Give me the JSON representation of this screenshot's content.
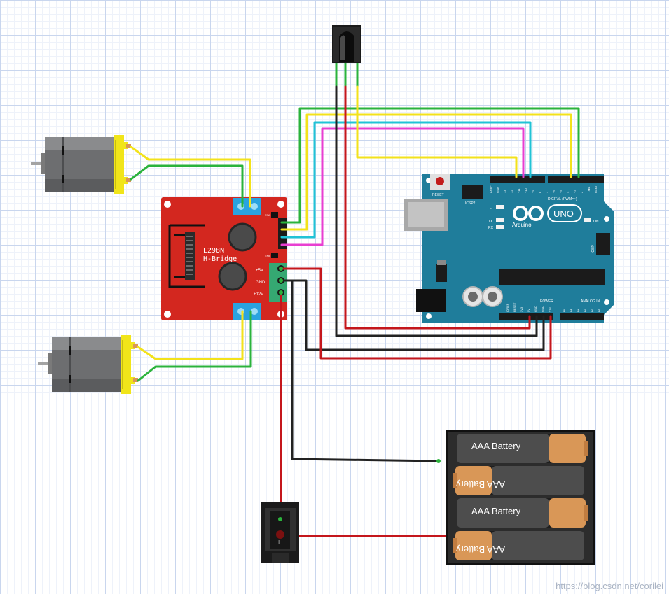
{
  "colors": {
    "board_red": "#d3271f",
    "arduino_blue": "#1f7d9b",
    "wire_red": "#c4161c",
    "wire_black": "#222222",
    "wire_yellow": "#f3e21b",
    "wire_green": "#2bb33c",
    "wire_cyan": "#21c3d6",
    "wire_magenta": "#e83fd1",
    "battery_copper": "#d99757",
    "motor_yellow": "#f1e51a"
  },
  "l298n": {
    "chip": "L298N",
    "name": "H-Bridge",
    "pin_5v": "+5V",
    "pin_gnd": "GND",
    "pin_12v": "+12V",
    "en_a": "ENA",
    "en_b": "ENB"
  },
  "arduino": {
    "reset": "RESET",
    "icsp2": "ICSP2",
    "icsp": "ICSP",
    "digital": "DIGITAL (PWM=~)",
    "brand": "Arduino",
    "model": "UNO",
    "led_l": "L",
    "led_tx": "TX",
    "led_rx": "RX",
    "on": "ON",
    "power": "POWER",
    "analog": "ANALOG IN",
    "top_pins": [
      "AREF",
      "GND",
      "13",
      "12",
      "~11",
      "~10",
      "~9",
      "8",
      "7",
      "~6",
      "~5",
      "4",
      "~3",
      "2",
      "TX▸1",
      "RX◂0"
    ],
    "power_pins": [
      "IOREF",
      "RESET",
      "3V3",
      "5V",
      "GND",
      "GND",
      "VIN"
    ],
    "analog_pins": [
      "A0",
      "A1",
      "A2",
      "A3",
      "A4",
      "A5"
    ]
  },
  "battery": {
    "label": "AAA Battery"
  },
  "switch": {
    "mark": "I"
  },
  "watermark": "https://blog.csdn.net/corilei"
}
